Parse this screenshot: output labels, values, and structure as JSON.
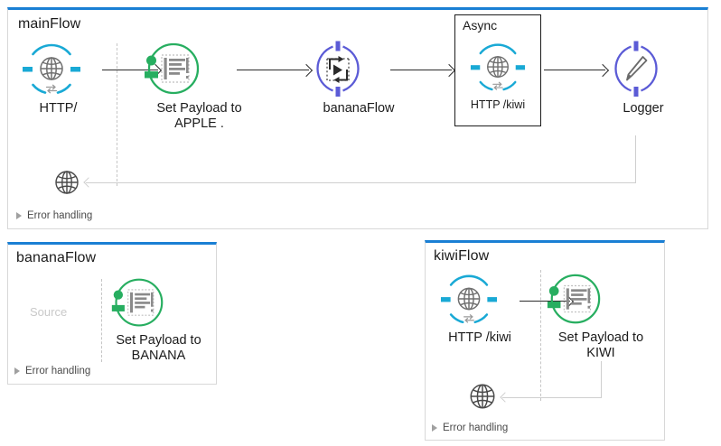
{
  "colors": {
    "panel_accent": "#1a7fd4",
    "panel_border": "#d8d8d8",
    "http_cyan": "#19a9d5",
    "set_payload_green": "#27ae60",
    "flowref_purple": "#5b5bd6",
    "logger_purple": "#5b5bd6",
    "glyph_gray": "#7a7a7a",
    "arrow_dark": "#2b2b2b",
    "return_gray": "#cfcfcf",
    "placeholder_gray": "#c9c9c9"
  },
  "flows": [
    {
      "id": "mainFlow",
      "title": "mainFlow",
      "error_handling_label": "Error handling",
      "error_handling_icon": "triangle-right-icon",
      "source_divider": true,
      "nodes": [
        {
          "id": "http-listener",
          "icon": "http-listener-icon",
          "label": "HTTP/"
        },
        {
          "id": "set-payload-apple",
          "icon": "set-payload-icon",
          "label": "Set Payload to\nAPPLE ."
        },
        {
          "id": "banana-flow-ref",
          "icon": "flow-reference-icon",
          "label": "bananaFlow"
        },
        {
          "id": "http-kiwi-request",
          "icon": "http-listener-icon",
          "label": "HTTP /kiwi"
        },
        {
          "id": "logger",
          "icon": "logger-pencil-icon",
          "label": "Logger"
        }
      ],
      "scope": {
        "id": "async-scope",
        "title": "Async",
        "contains": "http-kiwi-request"
      },
      "return_icon": "globe-icon"
    },
    {
      "id": "bananaFlow",
      "title": "bananaFlow",
      "error_handling_label": "Error handling",
      "error_handling_icon": "triangle-right-icon",
      "source_placeholder": "Source",
      "source_divider": true,
      "nodes": [
        {
          "id": "set-payload-banana",
          "icon": "set-payload-icon",
          "label": "Set Payload to\nBANANA"
        }
      ]
    },
    {
      "id": "kiwiFlow",
      "title": "kiwiFlow",
      "error_handling_label": "Error handling",
      "error_handling_icon": "triangle-right-icon",
      "source_divider": true,
      "nodes": [
        {
          "id": "http-kiwi-listener",
          "icon": "http-listener-icon",
          "label": "HTTP /kiwi"
        },
        {
          "id": "set-payload-kiwi",
          "icon": "set-payload-icon",
          "label": "Set Payload to\nKIWI"
        }
      ],
      "return_icon": "globe-icon"
    }
  ]
}
